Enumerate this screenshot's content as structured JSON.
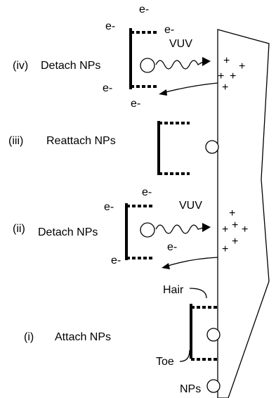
{
  "stages": {
    "iv": {
      "roman": "(iv)",
      "label": "Detach NPs",
      "vuv": "VUV"
    },
    "iii": {
      "roman": "(iii)",
      "label": "Reattach NPs"
    },
    "ii": {
      "roman": "(ii)",
      "label": "Detach NPs",
      "vuv": "VUV"
    },
    "i": {
      "roman": "(i)",
      "label": "Attach NPs"
    }
  },
  "symbols": {
    "electron": "e-",
    "plus": "+"
  },
  "labels": {
    "hair": "Hair",
    "toe": "Toe",
    "nps": "NPs"
  }
}
